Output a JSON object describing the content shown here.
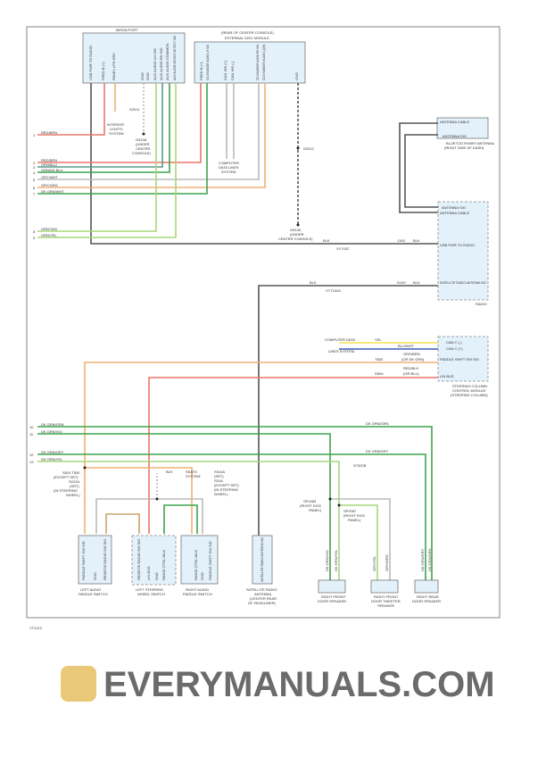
{
  "media_port": {
    "title": "MEDIA PORT",
    "pins": [
      "USB PWR TO RADIO",
      "FEED B (+)",
      "PANEL LPS DRV",
      "GND",
      "GND",
      "AUX AUDIO LH SIG",
      "AUX AUDIO RH SIG",
      "AUX AUDIO COMMON",
      "AUX AUDIO DEVICE DETECT SIG"
    ]
  },
  "disc_module": {
    "title1": "(REAR OF CENTER CONSOLE)",
    "title2": "EXTERNAL DISC MODULE",
    "pins": [
      "FEED B (+)",
      "CD CHANGER AUDIO LH SIG",
      "CAN IHS (+)",
      "CAN IHS (-)",
      "CD CHANGER AUDIO RH SIG",
      "CD CHANGER AUDIO (-)(M)",
      "GND"
    ]
  },
  "bluetooth": {
    "pins": [
      "ANTENNA CABLE",
      "ANTENNA SIG"
    ],
    "name": "BLUETOOTH/WIFI ANTENNA",
    "location": "(RIGHT SIDE OF DASH)"
  },
  "radio": {
    "pins": [
      "ANTENNA SIG",
      "ANTENNA CABLE",
      "USB PWR TO RADIO",
      "SATELLITE RADIO ANTENNA SIG"
    ],
    "name": "RADIO"
  },
  "steering_module": {
    "pins": [
      "CAN C (-)",
      "CAN C (+)",
      "PADDLE SHIFT SW SIG",
      "LIN BUS"
    ],
    "name1": "STEERING COLUMN",
    "name2": "CONTROL MODULE",
    "name3": "(STEERING COLUMN)"
  },
  "wires": [
    {
      "num": "1",
      "color": "RED/BRN"
    },
    {
      "num": "2",
      "color": "RED/BRN"
    },
    {
      "num": "3",
      "color": "GRN/BLU"
    },
    {
      "num": "4",
      "color": "GRN/DK BLU"
    },
    {
      "num": "5",
      "color": "GRY/WHT"
    },
    {
      "num": "6",
      "color": "GRY/ORG"
    },
    {
      "num": "7",
      "color": "DK GRN/WHT"
    },
    {
      "num": "8",
      "color": "GRN/TAN"
    },
    {
      "num": "9",
      "color": "GRN/YEL"
    },
    {
      "num": "10",
      "color": "DK GRN/GRN"
    },
    {
      "num": "11",
      "color": "DK GRN/VIO"
    },
    {
      "num": "12",
      "color": "DK GRN/GRY"
    },
    {
      "num": "13",
      "color": "DK GRN/YEL"
    }
  ],
  "labels": {
    "interior_lights": [
      "INTERIOR",
      "LIGHTS",
      "SYSTEM"
    ],
    "g913a": [
      "G913A",
      "(UNDER",
      "CENTER",
      "CONSOLE)"
    ],
    "g913a_2": [
      "G913A",
      "(UNDER",
      "CENTER CONSOLE)"
    ],
    "s2911": "S2911",
    "s2912": "S2912",
    "computer_data": [
      "COMPUTER",
      "DATA LINES",
      "SYSTEM"
    ],
    "computer_data_2": [
      "COMPUTER DATA",
      "LINES SYSTEM"
    ],
    "blk": "BLK",
    "xy743c": "XY743C",
    "xy7102a": "XY7102A",
    "j100": "J100",
    "d100": "D100",
    "org_brn": "ORG/BRN",
    "or_dkgrn": "(OR DK GRN)",
    "red_blk": "RED/BLK",
    "or_blu": "(OR BLU)",
    "t830": "T830",
    "d594": "D594",
    "yel": "YEL",
    "blu_wht": "BLU/WHT",
    "dk_grn_grn": "DK GRN/GRN",
    "dk_grn_gry": "DK GRN/GRY",
    "s7322b": "S7322B",
    "s824": [
      "S824 T830",
      "(EXCEPT SRT)",
      "S012A",
      "(SRT)",
      "(IN STEERING",
      "WHEEL)"
    ],
    "s910a": [
      "S910A",
      "(SRT)",
      "S01A",
      "(EXCEPT SRT)",
      "(IN STEERING",
      "WHEEL)"
    ],
    "seats": [
      "SEATS",
      "SYSTEM"
    ],
    "sp2483": [
      "SP2483",
      "(RIGHT KICK",
      "PANEL)"
    ],
    "sp2087": [
      "SP2087",
      "(RIGHT KICK",
      "PANEL)"
    ],
    "footer": "YT1212"
  },
  "components": {
    "left_paddle": {
      "name": [
        "LEFT AUDIO",
        "PADDLE SWITCH"
      ],
      "pins": [
        "PADDLE SHIFT SW SIG",
        "GND",
        "REMOTE RADIO SW SIG"
      ]
    },
    "left_wheel": {
      "name": [
        "LEFT STEERING",
        "WHEEL SWITCH"
      ],
      "pins": [
        "REMOTE RADIO SW SIG",
        "LIN BUS",
        "GND",
        "RADIO CTRL MUX"
      ]
    },
    "right_paddle": {
      "name": [
        "RIGHT AUDIO",
        "PADDLE SWITCH"
      ],
      "pins": [
        "RADIO CTRL MUX",
        "GND",
        "PADDLE SHIFT SW SIG"
      ]
    },
    "sat_antenna": {
      "name": [
        "SATELLITE RADIO",
        "ANTENNA",
        "(CENTER REAR",
        "OF HEADLINER)"
      ],
      "pins": [
        "SATELLITE RADIO ANTENNA SIG"
      ]
    },
    "rf_door": {
      "name": [
        "RIGHT FRONT",
        "DOOR SPEAKER"
      ],
      "wires": [
        "DK GRN/VIO",
        "DK GRN/YEL"
      ]
    },
    "rf_tweeter": {
      "name": [
        "RIGHT FRONT",
        "DOOR TWEETER",
        "SPEAKER"
      ],
      "wires": [
        "GRY/YEL",
        "GRY/ORG"
      ]
    },
    "rr_door": {
      "name": [
        "RIGHT REAR",
        "DOOR SPEAKER"
      ],
      "wires": [
        "DK GRN/GRY",
        "DK GRN/GRN"
      ]
    }
  },
  "watermark": "EVERYMANUALS.COM"
}
